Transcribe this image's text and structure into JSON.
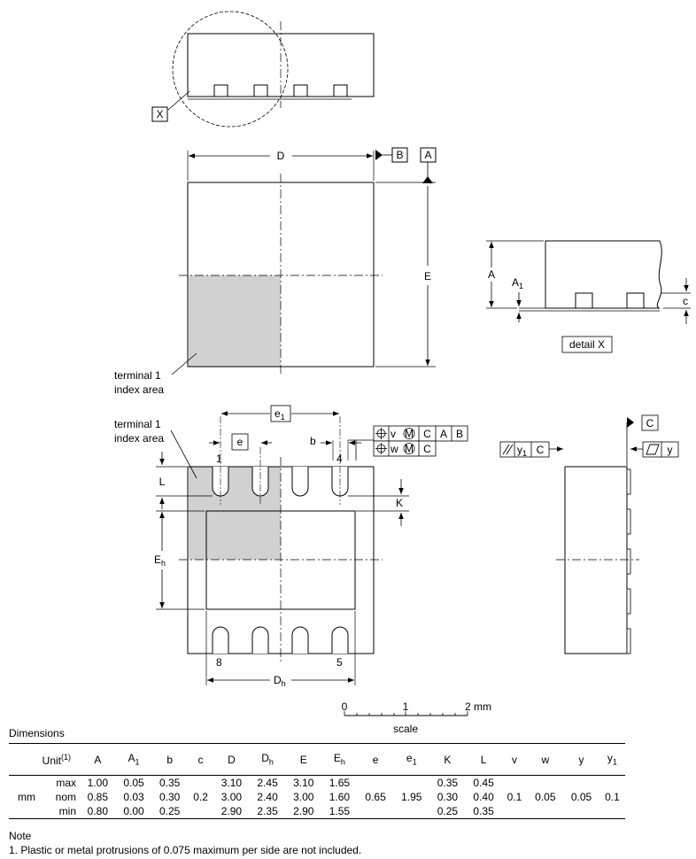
{
  "diagram": {
    "top_view": {
      "detail_ref": "X",
      "datum_b": "B",
      "datum_a": "A",
      "dim_d": "D",
      "dim_e": "E",
      "terminal_label_1": "terminal 1",
      "terminal_label_2": "index area"
    },
    "detail": {
      "dim_a": "A",
      "dim_a1": "A",
      "dim_a1_sub": "1",
      "dim_c": "c",
      "caption": "detail X"
    },
    "bottom_view": {
      "terminal_label_1": "terminal 1",
      "terminal_label_2": "index area",
      "dim_e1": "e",
      "dim_e1_sub": "1",
      "dim_e": "e",
      "dim_b": "b",
      "pin_1": "1",
      "pin_4": "4",
      "pin_8": "8",
      "pin_5": "5",
      "dim_l": "L",
      "dim_k": "K",
      "dim_eh": "E",
      "dim_eh_sub": "h",
      "dim_dh": "D",
      "dim_dh_sub": "h",
      "fcf_row1": [
        "v",
        "M",
        "C",
        "A",
        "B"
      ],
      "fcf_row2": [
        "w",
        "M",
        "C"
      ]
    },
    "side_view": {
      "datum_c": "C",
      "parallel_tol": "y",
      "parallel_tol_sub": "1",
      "parallel_ref": "C",
      "flatness_tol": "y"
    },
    "scale_bar": {
      "ticks": [
        "0",
        "1",
        "2 mm"
      ],
      "label": "scale"
    }
  },
  "dimensions": {
    "title": "Dimensions",
    "unit_header": "Unit",
    "unit_footnote": "(1)",
    "columns": [
      {
        "main": "A",
        "sub": ""
      },
      {
        "main": "A",
        "sub": "1"
      },
      {
        "main": "b",
        "sub": ""
      },
      {
        "main": "c",
        "sub": ""
      },
      {
        "main": "D",
        "sub": ""
      },
      {
        "main": "D",
        "sub": "h"
      },
      {
        "main": "E",
        "sub": ""
      },
      {
        "main": "E",
        "sub": "h"
      },
      {
        "main": "e",
        "sub": ""
      },
      {
        "main": "e",
        "sub": "1"
      },
      {
        "main": "K",
        "sub": ""
      },
      {
        "main": "L",
        "sub": ""
      },
      {
        "main": "v",
        "sub": ""
      },
      {
        "main": "w",
        "sub": ""
      },
      {
        "main": "y",
        "sub": ""
      },
      {
        "main": "y",
        "sub": "1"
      }
    ],
    "unit": "mm",
    "rows": [
      {
        "label": "max",
        "values": [
          "1.00",
          "0.05",
          "0.35",
          "",
          "3.10",
          "2.45",
          "3.10",
          "1.65",
          "",
          "",
          "0.35",
          "0.45",
          "",
          "",
          "",
          ""
        ]
      },
      {
        "label": "nom",
        "values": [
          "0.85",
          "0.03",
          "0.30",
          "0.2",
          "3.00",
          "2.40",
          "3.00",
          "1.60",
          "0.65",
          "1.95",
          "0.30",
          "0.40",
          "0.1",
          "0.05",
          "0.05",
          "0.1"
        ]
      },
      {
        "label": "min",
        "values": [
          "0.80",
          "0.00",
          "0.25",
          "",
          "2.90",
          "2.35",
          "2.90",
          "1.55",
          "",
          "",
          "0.25",
          "0.35",
          "",
          "",
          "",
          ""
        ]
      }
    ]
  },
  "note": {
    "heading": "Note",
    "text": "1. Plastic or metal protrusions of 0.075 maximum per side are not included."
  }
}
